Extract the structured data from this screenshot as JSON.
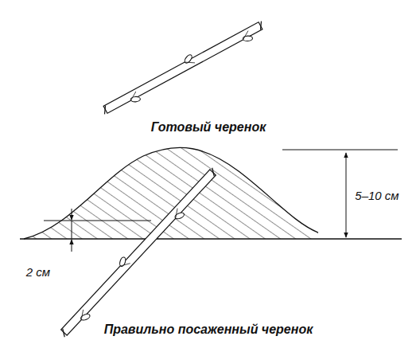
{
  "diagram": {
    "labels": [
      "Готовый черенок",
      "5–10 см",
      "2 см",
      "Правильно посаженный черенок"
    ]
  }
}
